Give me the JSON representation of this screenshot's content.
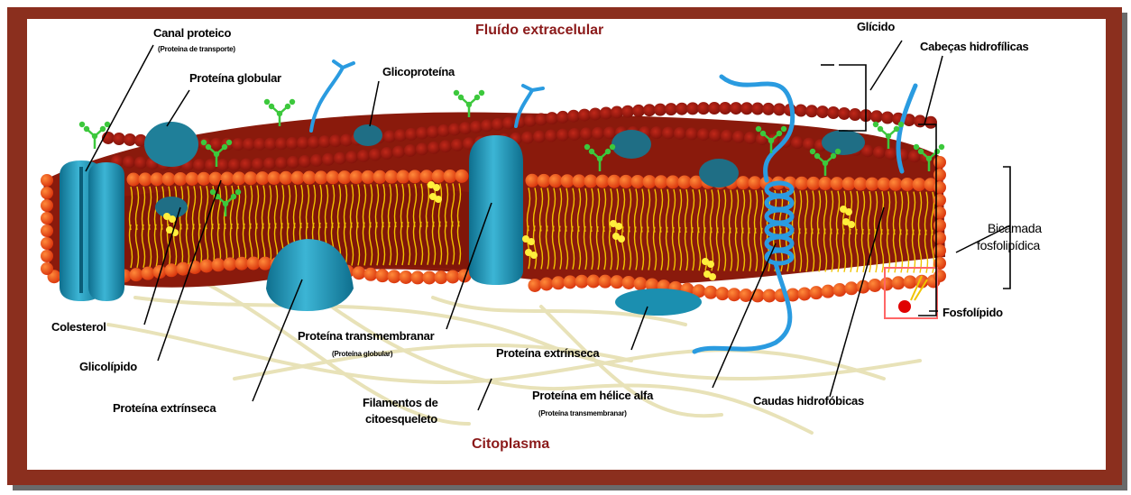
{
  "titles": {
    "top": "Fluído extracelular",
    "bottom": "Citoplasma"
  },
  "labels": {
    "canal_proteico": "Canal proteico",
    "canal_sub": "(Proteína de transporte)",
    "proteina_globular": "Proteína globular",
    "glicoproteina": "Glicoproteína",
    "glicido": "Glícido",
    "cabecas": "Cabeças hidrofílicas",
    "bicamada_1": "Bicamada",
    "bicamada_2": "fosfolipídica",
    "fosfolipido": "Fosfolípido",
    "colesterol": "Colesterol",
    "glicolipido": "Glicolípido",
    "extrinseca_left": "Proteína extrínseca",
    "transmembranar": "Proteína transmembranar",
    "transmembranar_sub": "(Proteína globular)",
    "extrinseca_mid": "Proteína extrínseca",
    "filamentos_1": "Filamentos de",
    "filamentos_2": "citoesqueleto",
    "helice": "Proteína em hélice alfa",
    "helice_sub": "(Proteína transmembranar)",
    "caudas": "Caudas hidrofóbicas"
  },
  "colors": {
    "frame": "#8b2f1e",
    "title": "#8b1a1a",
    "head": "#e8461a",
    "dark_head": "#9a1a10",
    "protein": "#1b8fb0",
    "tail": "#e8b400",
    "glycan": "#3cc83c",
    "cholesterol": "#ffef3c",
    "helix": "#2a9be0"
  }
}
